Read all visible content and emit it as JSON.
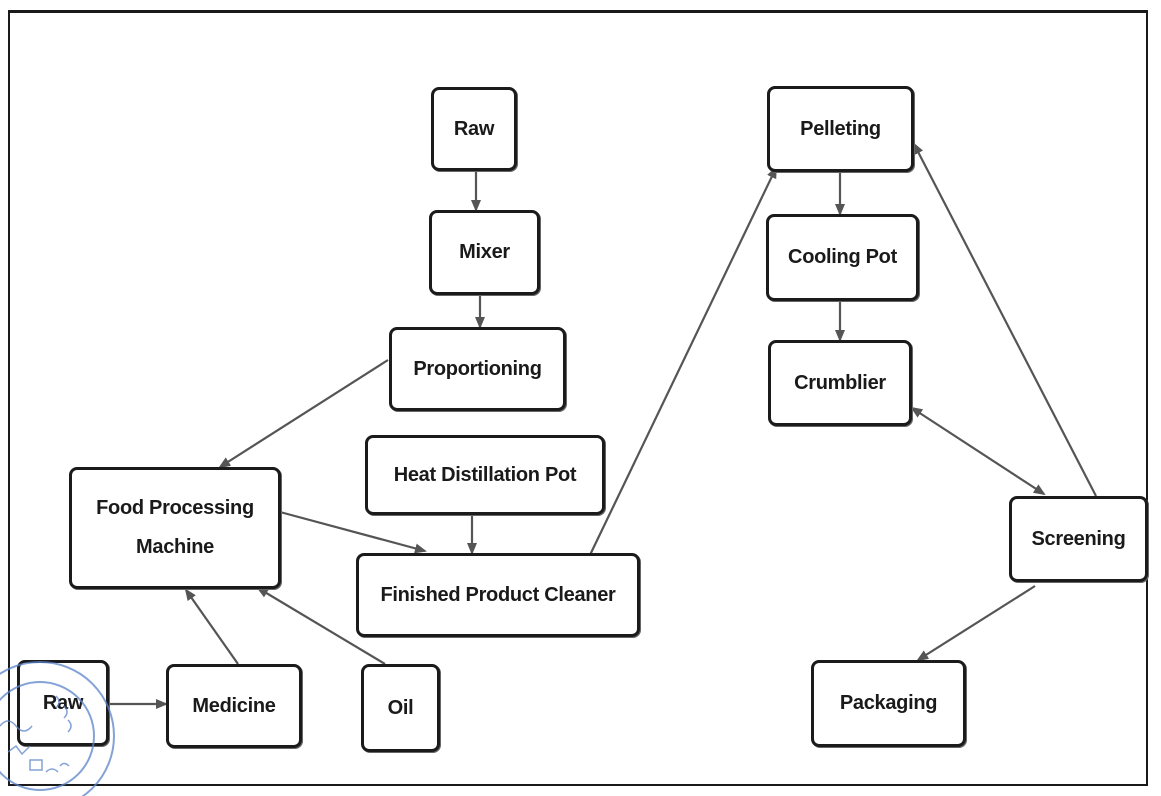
{
  "nodes": {
    "raw_top": "Raw",
    "mixer": "Mixer",
    "proportioning": "Proportioning",
    "heat_distillation_pot": "Heat Distillation Pot",
    "food_processing_line1": "Food Processing",
    "food_processing_line2": "Machine",
    "finished_product_cleaner": "Finished Product Cleaner",
    "raw_bottom": "Raw",
    "medicine": "Medicine",
    "oil": "Oil",
    "pelleting": "Pelleting",
    "cooling_pot": "Cooling Pot",
    "crumblier": "Crumblier",
    "screening": "Screening",
    "packaging": "Packaging"
  },
  "edges": [
    {
      "from": "Raw",
      "to": "Mixer"
    },
    {
      "from": "Mixer",
      "to": "Proportioning"
    },
    {
      "from": "Proportioning",
      "to": "Food Processing Machine"
    },
    {
      "from": "Food Processing Machine",
      "to": "Finished Product Cleaner"
    },
    {
      "from": "Heat Distillation Pot",
      "to": "Finished Product Cleaner"
    },
    {
      "from": "Raw",
      "to": "Medicine"
    },
    {
      "from": "Medicine",
      "to": "Food Processing Machine"
    },
    {
      "from": "Oil",
      "to": "Food Processing Machine"
    },
    {
      "from": "Finished Product Cleaner",
      "to": "Pelleting"
    },
    {
      "from": "Pelleting",
      "to": "Cooling Pot"
    },
    {
      "from": "Cooling Pot",
      "to": "Crumblier"
    },
    {
      "from": "Crumblier",
      "to": "Screening",
      "bidirectional": true
    },
    {
      "from": "Screening",
      "to": "Pelleting"
    },
    {
      "from": "Screening",
      "to": "Packaging"
    }
  ],
  "colors": {
    "border": "#1b1b1b",
    "arrow": "#555555",
    "stamp": "#5b84c9"
  }
}
